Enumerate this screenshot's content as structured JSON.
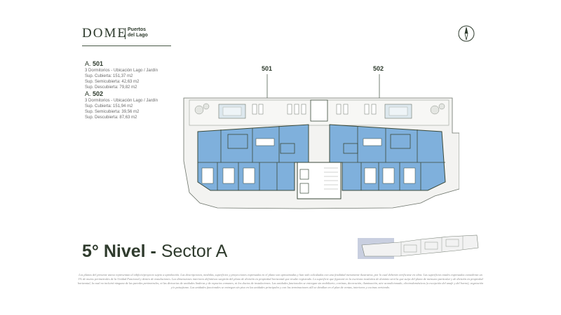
{
  "brand": {
    "name": "DOME",
    "sub_line1": "Puertos",
    "sub_line2": "del Lago"
  },
  "compass": {
    "icon": "compass-north-icon"
  },
  "units": [
    {
      "prefix": "A.",
      "number": "501",
      "description": "3 Dormitorios - Ubicación Lago / Jardín",
      "lines": [
        "Sup. Cubierta: 151,37 m2",
        "Sup. Semicubierta: 42,63 m2",
        "Sup. Descubierta: 79,82 m2"
      ]
    },
    {
      "prefix": "A.",
      "number": "502",
      "description": "3 Dormitorios - Ubicación Lago / Jardín",
      "lines": [
        "Sup. Cubierta: 151,94 m2",
        "Sup. Semicubierta: 39,56 m2",
        "Sup. Descubierta: 87,63 m2"
      ]
    }
  ],
  "plan": {
    "label_501": "501",
    "label_502": "502",
    "highlight_color": "#7fb0dc",
    "wall_color": "#3b4a3a"
  },
  "title": {
    "bold_part": "5° Nivel -",
    "regular_part": "Sector A"
  },
  "disclaimer": "Los planos del presente anexo representan al edificio/proyecto sujeto a aprobación. Las descripciones, medidas, superficies y proyecciones expresadas en el plano son aproximadas y han sido calculadas con una finalidad meramente ilustrativa, por lo cual deberán verificarse en obra. Las superficies totales expresadas consideran un 1% de muros perimetrales de la Unidad Funcional y dentro de instalaciones. Las dimensiones interiores definitivas surgirán del plano de división en propiedad horizontal que resulte registrado. La superficie que figurará en la escritura traslativa de dominio será la que surja del plano de mensura particular y de división en propiedad horizontal, la cual no incluirá ninguna de las paredes perimetrales, ni las divisorias de unidades linderas y de espacios comunes, ni los ductos de instalaciones. Las unidades funcionales se entregan sin mobiliario, cortinas, decoración, iluminación, aire acondicionado, electrodomésticos (a excepción del anafe y del horno), vegetación y/o paisajismo. Las unidades funcionales se entregan sin piso en las unidades principales y con las terminaciones allí se detallan en el plan de ventas, interiores y cocinas vertiendo."
}
